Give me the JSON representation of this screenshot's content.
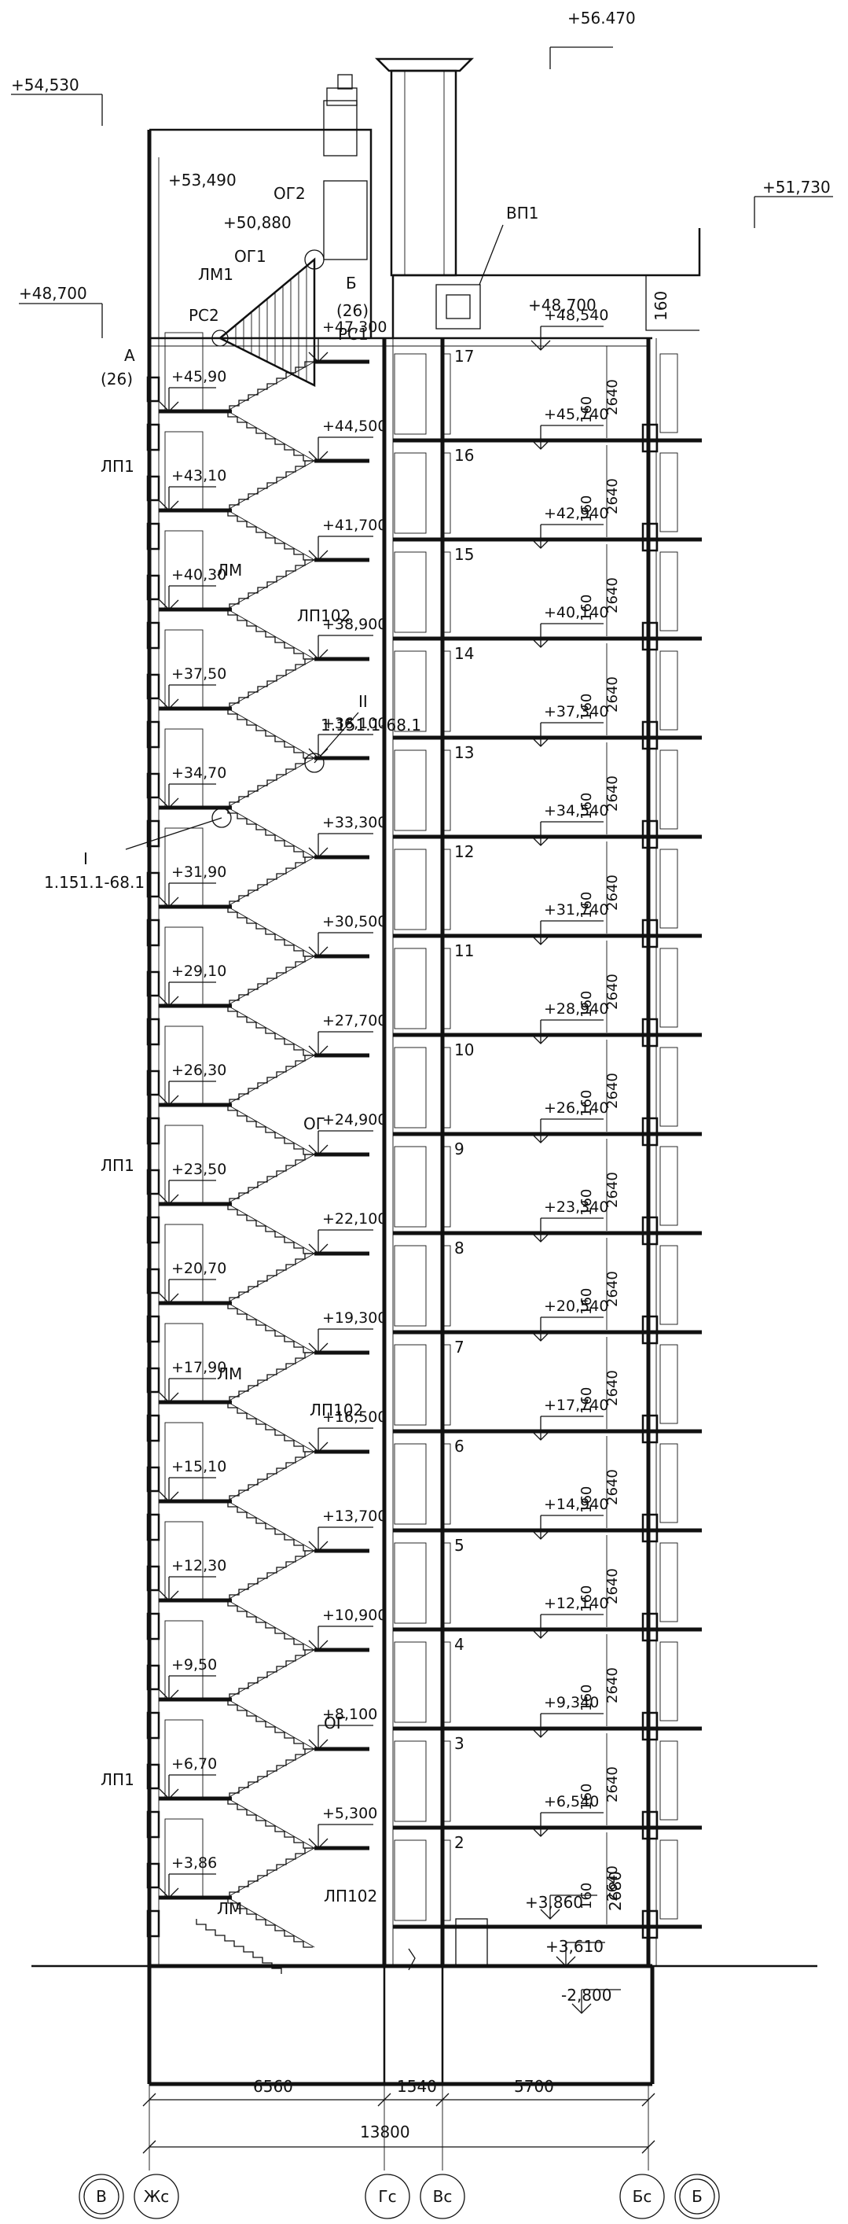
{
  "top_levels": {
    "chimney_top": "+56.470",
    "roof_left": "+54,530",
    "roof_right": "+51,730",
    "parapet": "+53,490",
    "upper_landing": "+50,880",
    "left_48700": "+48,700",
    "right_48700": "+48,700"
  },
  "labels": {
    "og2": "ОГ2",
    "og1": "ОГ1",
    "lm1": "ЛМ1",
    "rs2": "РС2",
    "rs1": "РС1",
    "node_b": "Б",
    "node_b_ref": "(26)",
    "node_a": "А",
    "node_a_ref": "(26)",
    "vp1": "ВП1",
    "roof_160": "160",
    "node_ii": "II",
    "node_ii_ref": "1.151.1-68.1",
    "node_i": "I",
    "node_i_ref": "1.151.1-68.1",
    "lp1": "ЛП1",
    "lm": "ЛМ",
    "lp102": "ЛП102",
    "og": "ОГ"
  },
  "stair_right_levels": [
    "+47,300",
    "+44,500",
    "+41,700",
    "+38,900",
    "+36,100",
    "+33,300",
    "+30,500",
    "+27,700",
    "+24,900",
    "+22,100",
    "+19,300",
    "+16,500",
    "+13,700",
    "+10,900",
    "+8,100",
    "+5,300"
  ],
  "stair_left_levels": [
    "+45,90",
    "+43,10",
    "+40,30",
    "+37,50",
    "+34,70",
    "+31,90",
    "+29,10",
    "+26,30",
    "+23,50",
    "+20,70",
    "+17,90",
    "+15,10",
    "+12,30",
    "+9,50",
    "+6,70",
    "+3,86"
  ],
  "floors": [
    {
      "n": "17",
      "level": "+48,540",
      "slab": "160",
      "height": "2640"
    },
    {
      "n": "16",
      "level": "+45,740",
      "slab": "160",
      "height": "2640"
    },
    {
      "n": "15",
      "level": "+42,940",
      "slab": "160",
      "height": "2640"
    },
    {
      "n": "14",
      "level": "+40,140",
      "slab": "160",
      "height": "2640"
    },
    {
      "n": "13",
      "level": "+37,340",
      "slab": "160",
      "height": "2640"
    },
    {
      "n": "12",
      "level": "+34,540",
      "slab": "160",
      "height": "2640"
    },
    {
      "n": "11",
      "level": "+31,740",
      "slab": "160",
      "height": "2640"
    },
    {
      "n": "10",
      "level": "+28,940",
      "slab": "160",
      "height": "2640"
    },
    {
      "n": "9",
      "level": "+26,140",
      "slab": "160",
      "height": "2640"
    },
    {
      "n": "8",
      "level": "+23,340",
      "slab": "160",
      "height": "2640"
    },
    {
      "n": "7",
      "level": "+20,540",
      "slab": "160",
      "height": "2640"
    },
    {
      "n": "6",
      "level": "+17,740",
      "slab": "160",
      "height": "2640"
    },
    {
      "n": "5",
      "level": "+14,940",
      "slab": "160",
      "height": "2640"
    },
    {
      "n": "4",
      "level": "+12,140",
      "slab": "160",
      "height": "2640"
    },
    {
      "n": "3",
      "level": "+9,340",
      "slab": "160",
      "height": "2640"
    },
    {
      "n": "2",
      "level": "+6,540",
      "slab": "160",
      "height": "2640"
    }
  ],
  "ground": {
    "level_3860": "+3,860",
    "level_3610": "+3,610",
    "height_2680": "2680",
    "basement": "-2,800"
  },
  "dimensions": {
    "d1": "6560",
    "d2": "1540",
    "d3": "5700",
    "total": "13800"
  },
  "axes": [
    "В",
    "Жс",
    "Гс",
    "Вс",
    "Бс",
    "Б"
  ]
}
